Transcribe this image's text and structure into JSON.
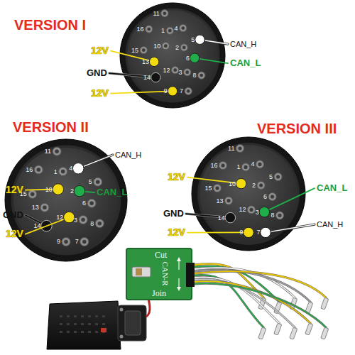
{
  "diagram": {
    "nodes": [
      {
        "text": [
          "1",
          "2",
          "3",
          "4",
          "5",
          "6",
          "7",
          "8",
          "9",
          "10",
          "11",
          "12",
          "13",
          "14",
          "15",
          "16"
        ]
      },
      {
        "text": [
          "1",
          "2",
          "3",
          "4",
          "5",
          "6",
          "7",
          "8",
          "9",
          "10",
          "11",
          "12",
          "13",
          "14",
          "15",
          "16"
        ]
      },
      {
        "text": [
          "1",
          "2",
          "3",
          "4",
          "5",
          "6",
          "7",
          "8",
          "9",
          "10",
          "11",
          "12",
          "13",
          "14",
          "15",
          "16"
        ]
      },
      {
        "text": [
          "Cut",
          "CAN-R",
          "Join"
        ]
      }
    ],
    "labels": [
      "VERSION I",
      "12V",
      "GND",
      "12V",
      "CAN_H",
      "CAN_L",
      "VERSION II",
      "CAN_H",
      "12V",
      "CAN_L",
      "GND",
      "12V",
      "VERSION III",
      "12V",
      "CAN_L",
      "GND",
      "12V",
      "CAN_H"
    ]
  }
}
